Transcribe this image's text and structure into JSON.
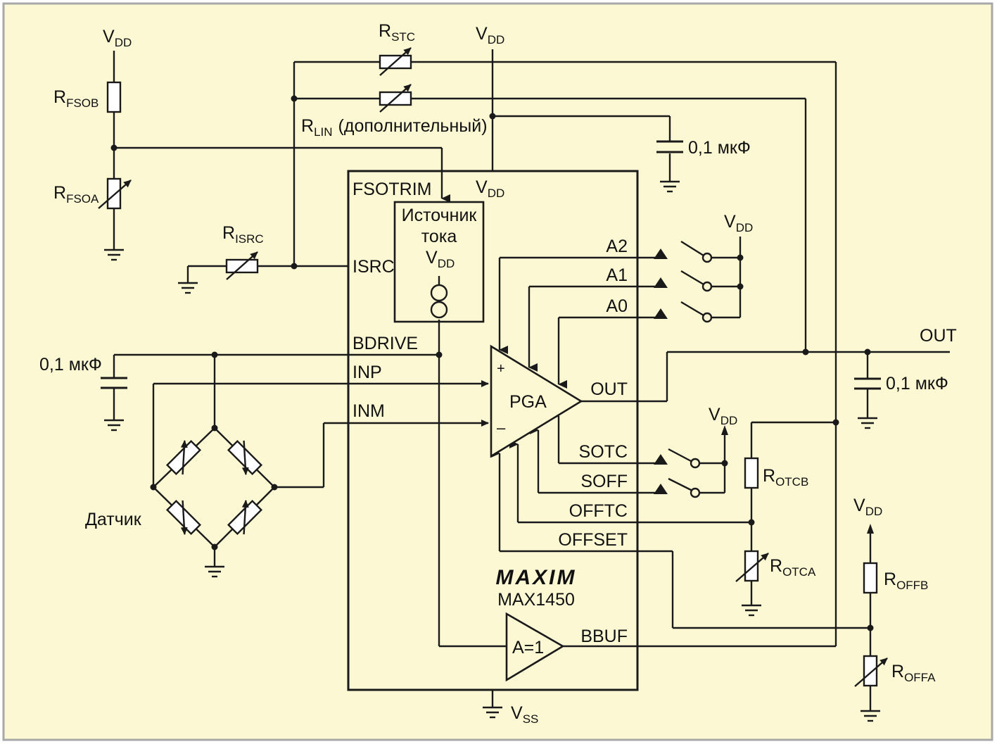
{
  "colors": {
    "background": "#fdf8d4",
    "frame": "#a8a8a8",
    "wire": "#1a1a1a",
    "chip_fill": "#fdf8d4"
  },
  "labels": {
    "vdd_main": "V",
    "vdd_sub": "DD",
    "vss_main": "V",
    "vss_sub": "SS",
    "out": "OUT",
    "cap": "0,1 мкФ",
    "sensor": "Датчик",
    "rfsob_main": "R",
    "rfsob_sub": "FSOB",
    "rfsoa_main": "R",
    "rfsoa_sub": "FSOA",
    "risrc_main": "R",
    "risrc_sub": "ISRC",
    "rstc_main": "R",
    "rstc_sub": "STC",
    "rlin_main": "R",
    "rlin_sub": "LIN",
    "rlin_note": "(дополнительный)",
    "rotcb_main": "R",
    "rotcb_sub": "OTCB",
    "rotca_main": "R",
    "rotca_sub": "OTCA",
    "roffb_main": "R",
    "roffb_sub": "OFFB",
    "roffa_main": "R",
    "roffa_sub": "OFFA"
  },
  "chip": {
    "logo": "MAXIM",
    "part": "MAX1450",
    "current_source": {
      "line1": "Источник",
      "line2": "тока",
      "line3_main": "V",
      "line3_sub": "DD"
    },
    "pga": "PGA",
    "plus": "+",
    "minus": "–",
    "buffer": "A=1",
    "pins": {
      "fsotrim": "FSOTRIM",
      "isrc": "ISRC",
      "bdrive": "BDRIVE",
      "inp": "INP",
      "inm": "INM",
      "a2": "A2",
      "a1": "A1",
      "a0": "A0",
      "out": "OUT",
      "sotc": "SOTC",
      "soff": "SOFF",
      "offtc": "OFFTC",
      "offset": "OFFSET",
      "bbuf": "BBUF"
    }
  }
}
